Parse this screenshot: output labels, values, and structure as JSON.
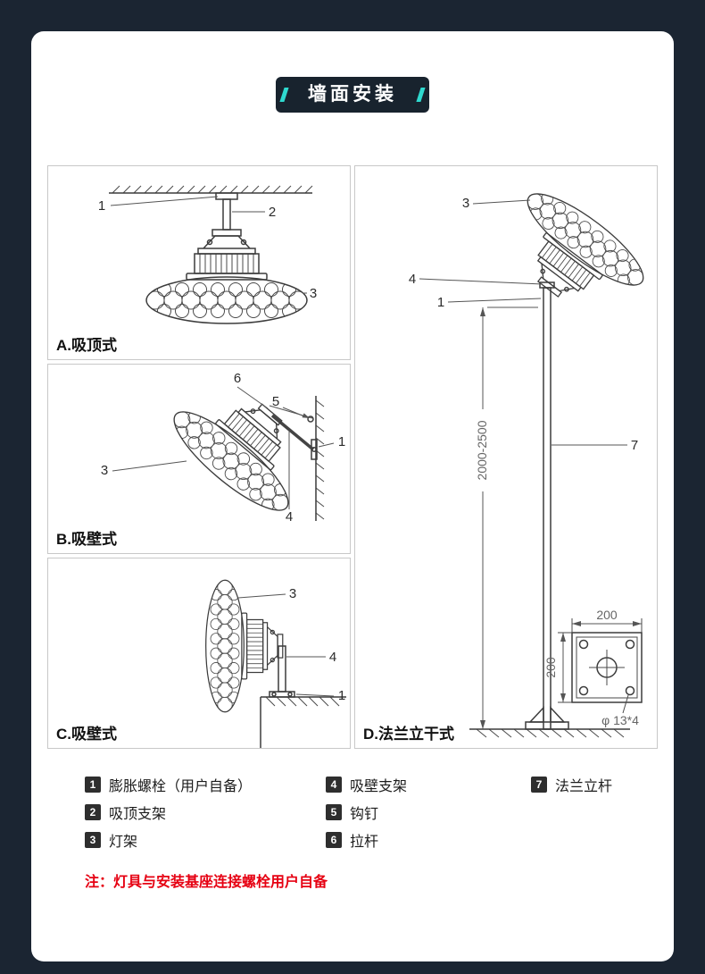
{
  "page": {
    "title": "墙面安装",
    "accent_color": "#2fd9cf",
    "bg_color": "#1b2532"
  },
  "panels": {
    "a": {
      "label": "A.吸顶式",
      "c1": "1",
      "c2": "2",
      "c3": "3"
    },
    "b": {
      "label": "B.吸壁式",
      "c1": "1",
      "c3": "3",
      "c4": "4",
      "c5": "5",
      "c6": "6"
    },
    "c": {
      "label": "C.吸壁式",
      "c1": "1",
      "c3": "3",
      "c4": "4"
    },
    "d": {
      "label": "D.法兰立干式",
      "c1": "1",
      "c3": "3",
      "c4": "4",
      "c7": "7",
      "dim_height": "2000-2500",
      "flange_width": "200",
      "flange_height": "200",
      "flange_holes": "φ 13*4"
    }
  },
  "legend": {
    "items": [
      {
        "num": "1",
        "label": "膨胀螺栓（用户自备）"
      },
      {
        "num": "2",
        "label": "吸顶支架"
      },
      {
        "num": "3",
        "label": "灯架"
      },
      {
        "num": "4",
        "label": "吸壁支架"
      },
      {
        "num": "5",
        "label": "钩钉"
      },
      {
        "num": "6",
        "label": "拉杆"
      },
      {
        "num": "7",
        "label": "法兰立杆"
      }
    ]
  },
  "note": "注：灯具与安装基座连接螺栓用户自备"
}
